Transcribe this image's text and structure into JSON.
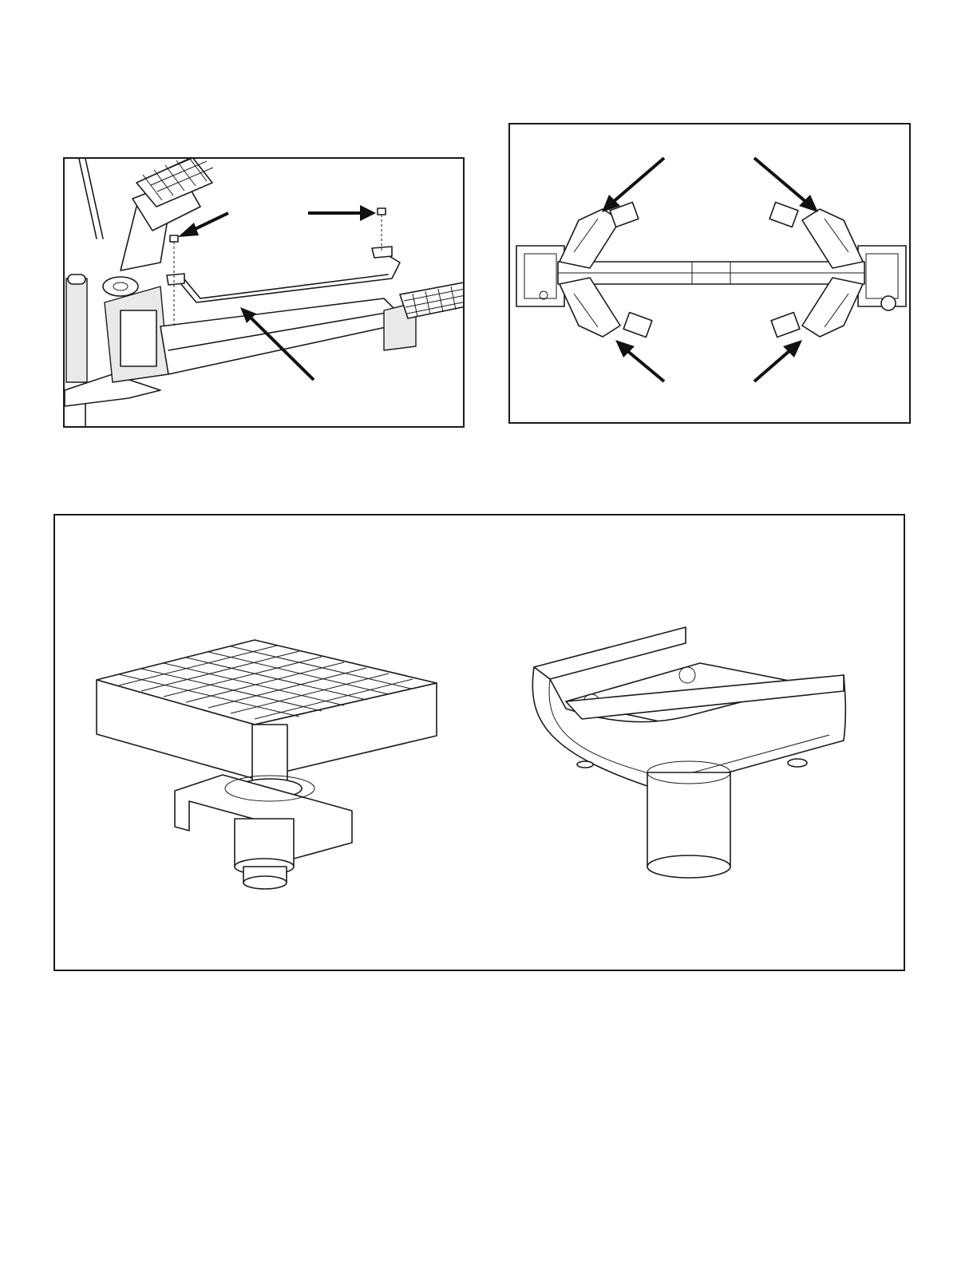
{
  "figures": [
    {
      "id": "arm-restraint-installation"
    },
    {
      "id": "lift-top-view-arms"
    },
    {
      "id": "lift-adapters"
    }
  ]
}
